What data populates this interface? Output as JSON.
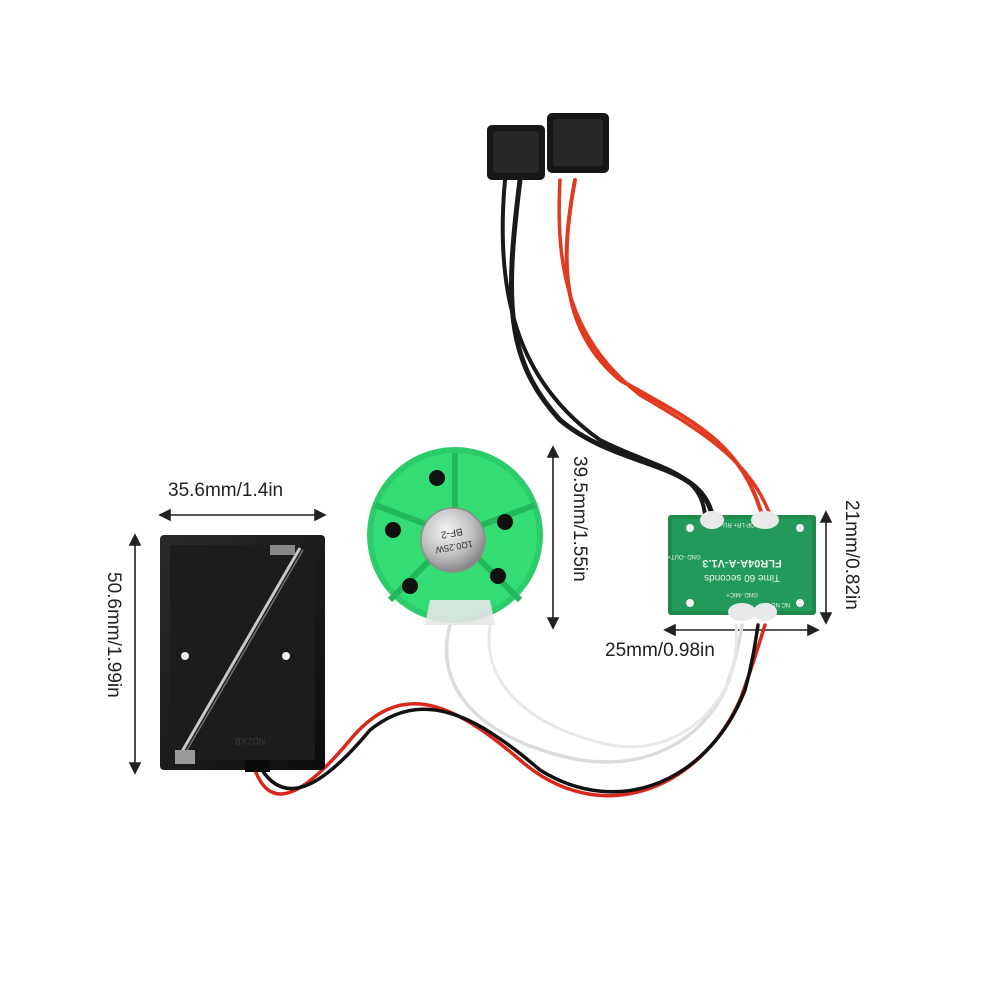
{
  "dimensions": {
    "battery_width": "35.6mm/1.4in",
    "battery_height": "50.6mm/1.99in",
    "speaker_diameter": "39.5mm/1.55in",
    "board_height": "21mm/0.82in",
    "board_width": "25mm/0.98in"
  },
  "speaker_label": {
    "line1": "1Ω0.25W",
    "line2": "BF-2"
  },
  "board_label": {
    "model": "FLR04A-A-V1.3",
    "time": "Time 60 seconds",
    "pins_top": "LOOP  LR+ RU-",
    "pins_bottom": "NC NC LR",
    "pin_gnd_mic": "GND -MIC+",
    "pin_gnd_out": "GND -OUT+"
  },
  "battery_label": "NDZXB"
}
